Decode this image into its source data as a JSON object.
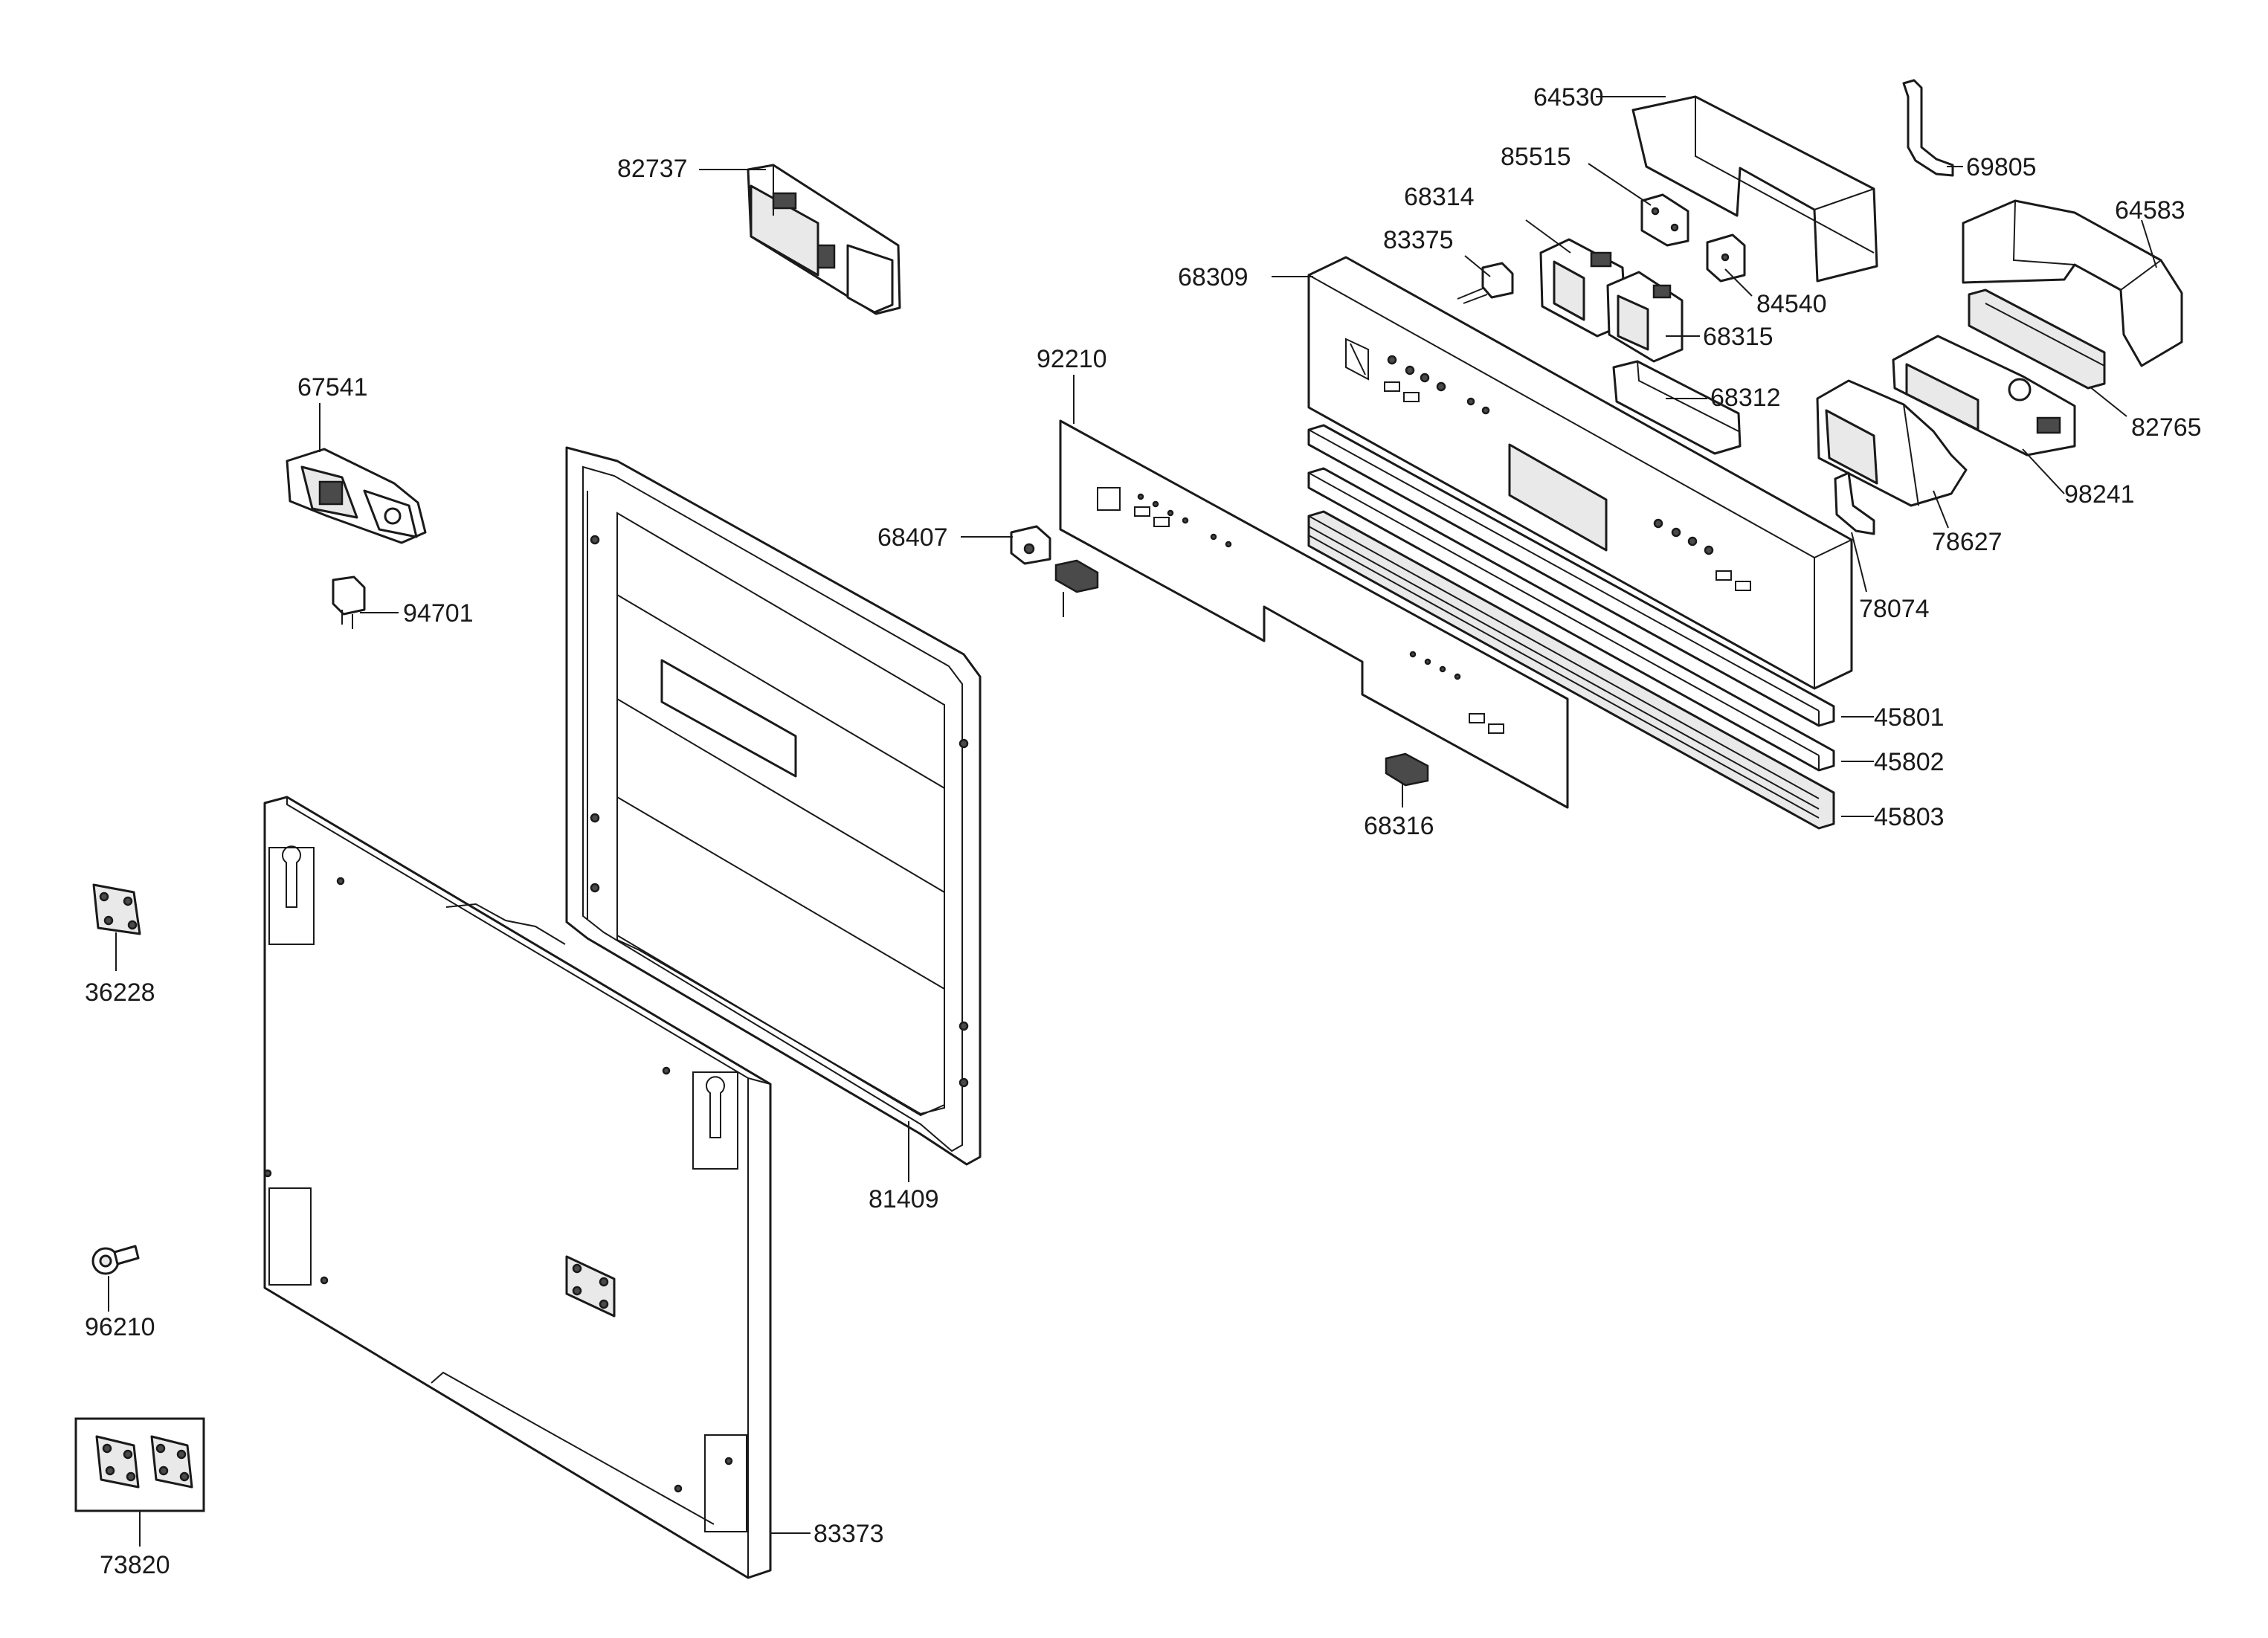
{
  "labels": [
    {
      "id": "p64530",
      "text": "64530"
    },
    {
      "id": "p69805",
      "text": "69805"
    },
    {
      "id": "p85515",
      "text": "85515"
    },
    {
      "id": "p82737",
      "text": "82737"
    },
    {
      "id": "p68314",
      "text": "68314"
    },
    {
      "id": "p64583",
      "text": "64583"
    },
    {
      "id": "p83375",
      "text": "83375"
    },
    {
      "id": "p68309",
      "text": "68309"
    },
    {
      "id": "p84540",
      "text": "84540"
    },
    {
      "id": "p68315",
      "text": "68315"
    },
    {
      "id": "p92210",
      "text": "92210"
    },
    {
      "id": "p67541",
      "text": "67541"
    },
    {
      "id": "p68312",
      "text": "68312"
    },
    {
      "id": "p82765",
      "text": "82765"
    },
    {
      "id": "p98241",
      "text": "98241"
    },
    {
      "id": "p68407",
      "text": "68407"
    },
    {
      "id": "p78627",
      "text": "78627"
    },
    {
      "id": "p94701",
      "text": "94701"
    },
    {
      "id": "p78074",
      "text": "78074"
    },
    {
      "id": "p45801",
      "text": "45801"
    },
    {
      "id": "p45802",
      "text": "45802"
    },
    {
      "id": "p45803",
      "text": "45803"
    },
    {
      "id": "p68316",
      "text": "68316"
    },
    {
      "id": "p36228",
      "text": "36228"
    },
    {
      "id": "p81409",
      "text": "81409"
    },
    {
      "id": "p96210",
      "text": "96210"
    },
    {
      "id": "p83373",
      "text": "83373"
    },
    {
      "id": "p73820",
      "text": "73820"
    }
  ]
}
